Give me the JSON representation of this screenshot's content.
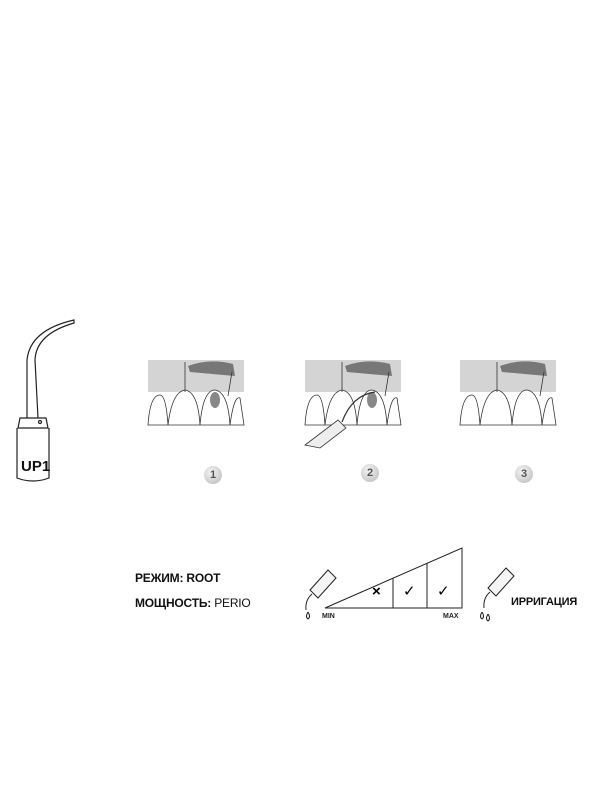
{
  "tip": {
    "model": "UP1"
  },
  "steps": [
    "1",
    "2",
    "3"
  ],
  "settings": {
    "mode_label": "РЕЖИМ:",
    "mode_value": "ROOT",
    "power_label": "МОЩНОСТЬ:",
    "power_value": "PERIO"
  },
  "power_scale": {
    "min_label": "MIN",
    "max_label": "MAX",
    "levels": [
      {
        "mark": "×",
        "allowed": false
      },
      {
        "mark": "✓",
        "allowed": true
      },
      {
        "mark": "✓",
        "allowed": true
      }
    ]
  },
  "irrigation": {
    "label": "ИРРИГАЦИЯ"
  }
}
